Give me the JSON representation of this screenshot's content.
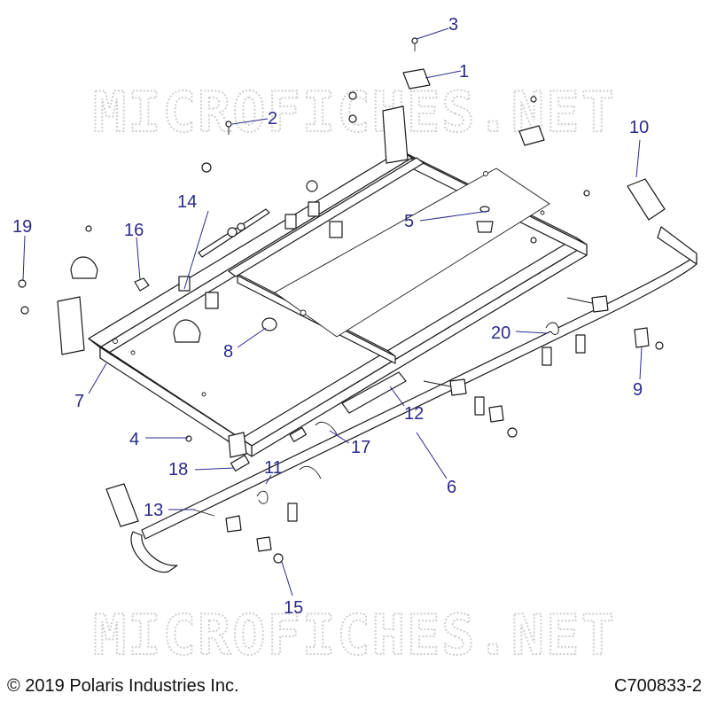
{
  "watermark": "MICROFICHES.NET",
  "footer": {
    "copyright": "© 2019 Polaris Industries Inc.",
    "drawing_id": "C700833-2"
  },
  "callouts": [
    {
      "id": "c1",
      "label": "1"
    },
    {
      "id": "c2",
      "label": "2"
    },
    {
      "id": "c3",
      "label": "3"
    },
    {
      "id": "c4",
      "label": "4"
    },
    {
      "id": "c5",
      "label": "5"
    },
    {
      "id": "c6",
      "label": "6"
    },
    {
      "id": "c7",
      "label": "7"
    },
    {
      "id": "c8",
      "label": "8"
    },
    {
      "id": "c9",
      "label": "9"
    },
    {
      "id": "c10",
      "label": "10"
    },
    {
      "id": "c11",
      "label": "11"
    },
    {
      "id": "c12",
      "label": "12"
    },
    {
      "id": "c13",
      "label": "13"
    },
    {
      "id": "c14",
      "label": "14"
    },
    {
      "id": "c15",
      "label": "15"
    },
    {
      "id": "c16",
      "label": "16"
    },
    {
      "id": "c17",
      "label": "17"
    },
    {
      "id": "c18",
      "label": "18"
    },
    {
      "id": "c19",
      "label": "19"
    },
    {
      "id": "c20",
      "label": "20"
    }
  ],
  "colors": {
    "callout": "#2a2a8a",
    "line": "#1a1a1a",
    "watermark": "#cfcfcf"
  }
}
